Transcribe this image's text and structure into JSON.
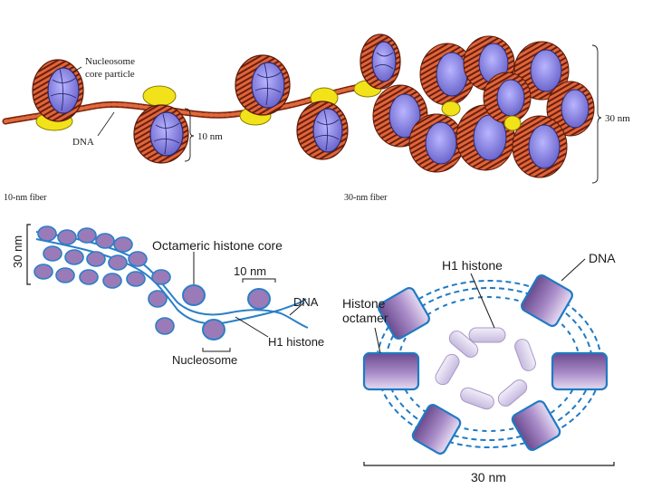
{
  "top_panel": {
    "labels": {
      "nucleosome_line1": "Nucleosome",
      "nucleosome_line2": "core particle",
      "dna": "DNA",
      "ten_nm": "10 nm",
      "thirty_nm": "30 nm",
      "fiber_10": "10-nm fiber",
      "fiber_30": "30-nm fiber"
    },
    "colors": {
      "histone": "#8b86e6",
      "histone_dark": "#2a2a6e",
      "dna_wrap": "#d8572a",
      "dna_dark": "#6a1e0c",
      "h1": "#f2e21a"
    }
  },
  "bottom_left_panel": {
    "labels": {
      "thirty_nm": "30 nm",
      "octameric_core": "Octameric histone core",
      "ten_nm": "10 nm",
      "dna": "DNA",
      "h1": "H1 histone",
      "nucleosome": "Nucleosome"
    },
    "colors": {
      "cylinder": "#9b7ab8",
      "cylinder_dark": "#5a3a7a",
      "dna": "#2a7fc8"
    }
  },
  "bottom_right_panel": {
    "labels": {
      "h1": "H1 histone",
      "dna": "DNA",
      "histone_line1": "Histone",
      "histone_line2": "octamer",
      "thirty_nm": "30 nm"
    },
    "colors": {
      "octamer": "#8a6ab0",
      "octamer_light": "#d8c8ea",
      "h1_core": "#e2dcf0",
      "dna": "#1f7ac4"
    }
  }
}
